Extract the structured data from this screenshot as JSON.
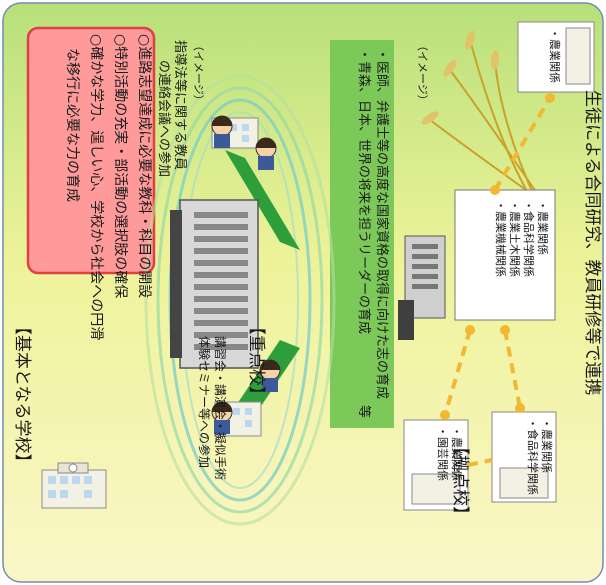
{
  "left_panel": {
    "heading": "【基本となる学校】",
    "goals": [
      "○進路志望達成に必要な教科・科目の開設",
      "○特別活動の充実・部活動の選択肢の確保",
      "○確かな学力、逞しい心、学校から社会への円滑",
      "な移行に必要な力の育成"
    ]
  },
  "center_panel": {
    "heading": "【重点校】",
    "image_note": "（イメージ）",
    "caption_upper": [
      "指導法等に関する教員",
      "の連絡会議への参加"
    ],
    "caption_lower": [
      "講習会・講演会・擬似手術",
      "体験セミナー等への参加"
    ],
    "green_box": [
      "・医師、弁護士等の高度な国家資格の取得に向けた志の育成",
      "・青森、日本、世界の将来を担うリーダーの育成"
    ],
    "green_box_tail": "等"
  },
  "right_panel": {
    "heading": "【拠点校】",
    "image_note": "（イメージ）",
    "main_school_depts": [
      "・農業関係",
      "・食品科学関係",
      "・農業土木関係",
      "・農業機械関係"
    ],
    "school_top_depts": [
      "・農業関係"
    ],
    "school_left_depts": [
      "・農業関係",
      "・園芸関係"
    ],
    "school_right_depts": [
      "・農業関係",
      "・食品科学関係"
    ],
    "caption": "生徒による合同研究、教員研修等で連携"
  },
  "colors": {
    "gradient_top": "#b8e07a",
    "gradient_mid": "#eef39a",
    "gradient_bottom": "#fbf6c8",
    "goal_box_fill": "#ff9a9a",
    "goal_box_border": "#e04040",
    "green_box_fill": "#7cc95a",
    "connector": "#2e9e3a",
    "dashed_link": "#f2b733"
  }
}
